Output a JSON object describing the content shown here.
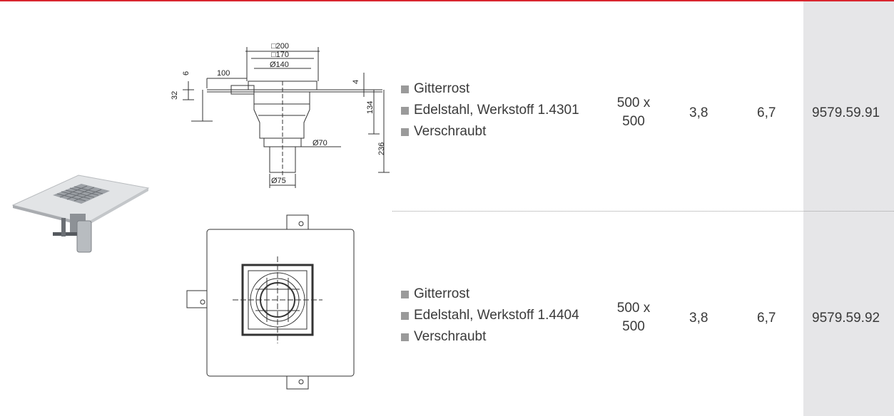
{
  "drawing_labels": {
    "outer": "□200",
    "inner": "□170",
    "bore": "Ø140",
    "flange": "100",
    "thick6": "6",
    "height32": "32",
    "thick4": "4",
    "h134": "134",
    "h236": "236",
    "outlet70": "Ø70",
    "outlet75": "Ø75"
  },
  "rows": [
    {
      "features": [
        "Gitterrost",
        "Edelstahl, Werkstoff 1.4301",
        "Verschraubt"
      ],
      "dimension_line1": "500 x",
      "dimension_line2": "500",
      "value_a": "3,8",
      "value_b": "6,7",
      "article": "9579.59.91"
    },
    {
      "features": [
        "Gitterrost",
        "Edelstahl, Werkstoff 1.4404",
        "Verschraubt"
      ],
      "dimension_line1": "500 x",
      "dimension_line2": "500",
      "value_a": "3,8",
      "value_b": "6,7",
      "article": "9579.59.92"
    }
  ],
  "colors": {
    "accent": "#d9262f",
    "highlight_column": "#e6e6e8",
    "bullet": "#9a9a9a"
  }
}
